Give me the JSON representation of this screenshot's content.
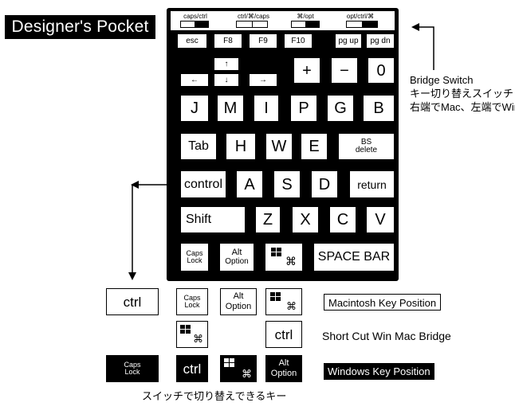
{
  "brand": "Designer's Pocket",
  "switch_labels": [
    "caps/ctrl",
    "ctrl/⌘/caps",
    "⌘/opt",
    "opt/ctrl/⌘"
  ],
  "rows": {
    "fn": [
      "esc",
      "F8",
      "F9",
      "F10",
      "pg up",
      "pg dn"
    ],
    "arrows": {
      "up": "↑",
      "down": "↓",
      "left": "←",
      "right": "→"
    },
    "ops": [
      "+",
      "−",
      "0"
    ],
    "r1": [
      "J",
      "M",
      "I",
      "P",
      "G",
      "B"
    ],
    "r2": [
      "Tab",
      "H",
      "W",
      "E"
    ],
    "bs": [
      "BS",
      "delete"
    ],
    "r3": [
      "control",
      "A",
      "S",
      "D",
      "return"
    ],
    "r4": [
      "Shift",
      "Z",
      "X",
      "C",
      "V"
    ],
    "caps": [
      "Caps",
      "Lock"
    ],
    "alt": [
      "Alt",
      "Option"
    ],
    "cmd": "⌘",
    "space": "SPACE BAR"
  },
  "notes": {
    "bridge": [
      "Bridge Switch",
      "キー切り替えスイッチ",
      "右端でMac、左端でWin"
    ],
    "mac": "Macintosh Key Position",
    "shortcut": "Short Cut Win Mac Bridge",
    "win": "Windows Key Position",
    "caption": "スイッチで切り替えできるキー"
  },
  "legend": {
    "ctrl": "ctrl",
    "caps": [
      "Caps",
      "Lock"
    ],
    "alt": [
      "Alt",
      "Option"
    ],
    "cmd": "⌘"
  }
}
